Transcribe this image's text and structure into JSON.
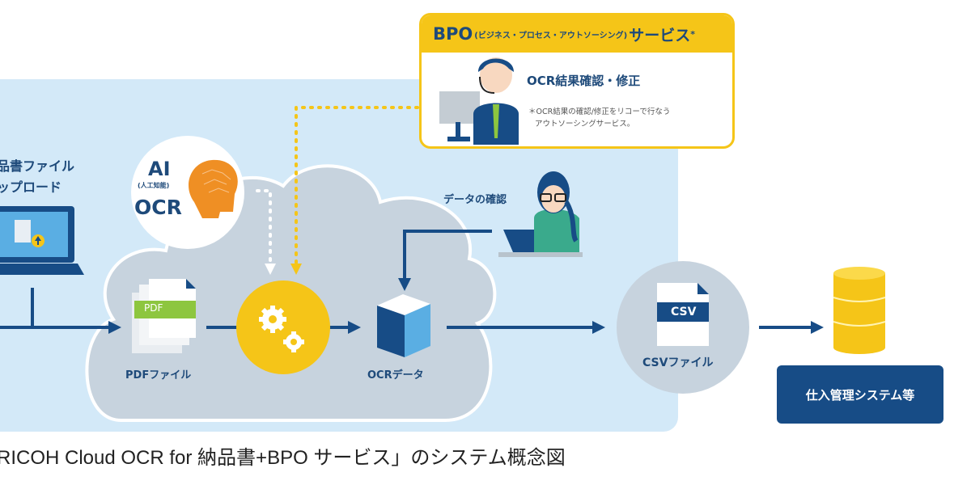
{
  "bpo": {
    "heading_main": "BPO",
    "heading_paren": "(ビジネス・プロセス・アウトソーシング)",
    "heading_service": "サービス",
    "heading_mark": "*",
    "title": "OCR結果確認・修正",
    "note_line1": "＊OCR結果の確認/修正をリコーで行なう",
    "note_line2": "アウトソーシングサービス。"
  },
  "upload": {
    "line1": "品書ファイル",
    "line2": "ップロード"
  },
  "ai": {
    "title": "AI",
    "subtitle": "(人工知能)",
    "ocr": "OCR"
  },
  "data_check": {
    "label": "データの確認"
  },
  "pdf": {
    "tag": "PDF",
    "label": "PDFファイル"
  },
  "ocr_data": {
    "label": "OCRデータ"
  },
  "csv": {
    "tag": "CSV",
    "label": "CSVファイル"
  },
  "system": {
    "label": "仕入管理システム等"
  },
  "caption": "RICOH Cloud OCR for  納品書+BPO サービス」のシステム概念図",
  "colors": {
    "navy": "#174c86",
    "yellow": "#f5c518",
    "panel": "#d3e9f8",
    "cloud": "#c7d3de",
    "orange": "#ef8f24",
    "green": "#8dc63f",
    "teal": "#3aaa8c"
  }
}
